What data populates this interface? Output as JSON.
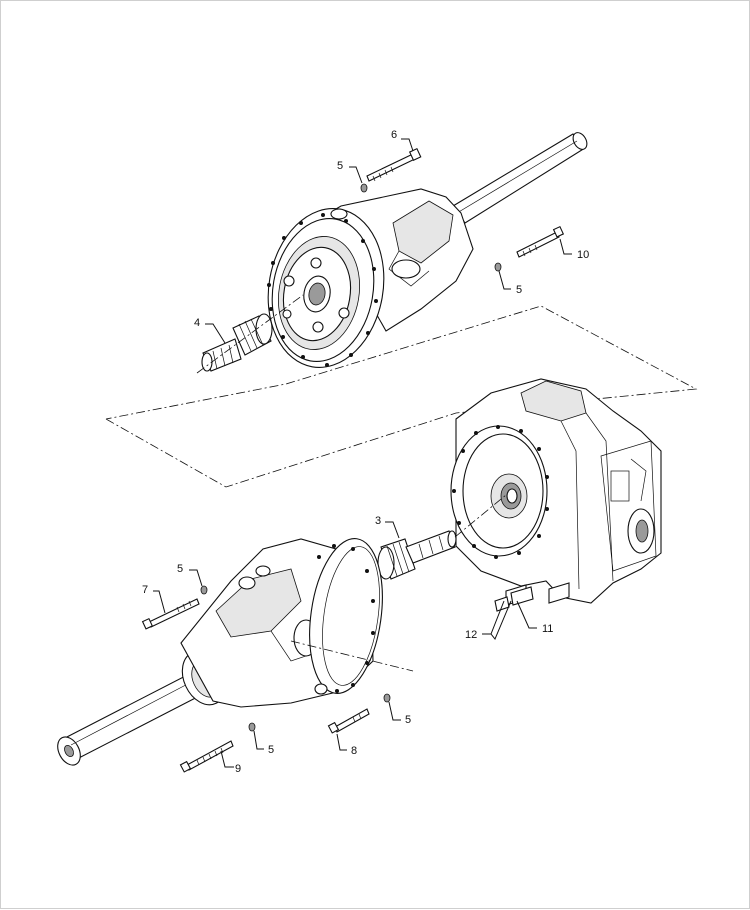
{
  "callouts": {
    "c1": "6",
    "c2": "5",
    "c3": "10",
    "c4": "5",
    "c5": "4",
    "c6": "3",
    "c7": "5",
    "c8": "7",
    "c9": "12",
    "c10": "11",
    "c11": "5",
    "c12": "5",
    "c13": "8",
    "c14": "9"
  },
  "colors": {
    "line": "#111111",
    "shade": "#e6e6e6",
    "dark": "#9a9a9a"
  }
}
